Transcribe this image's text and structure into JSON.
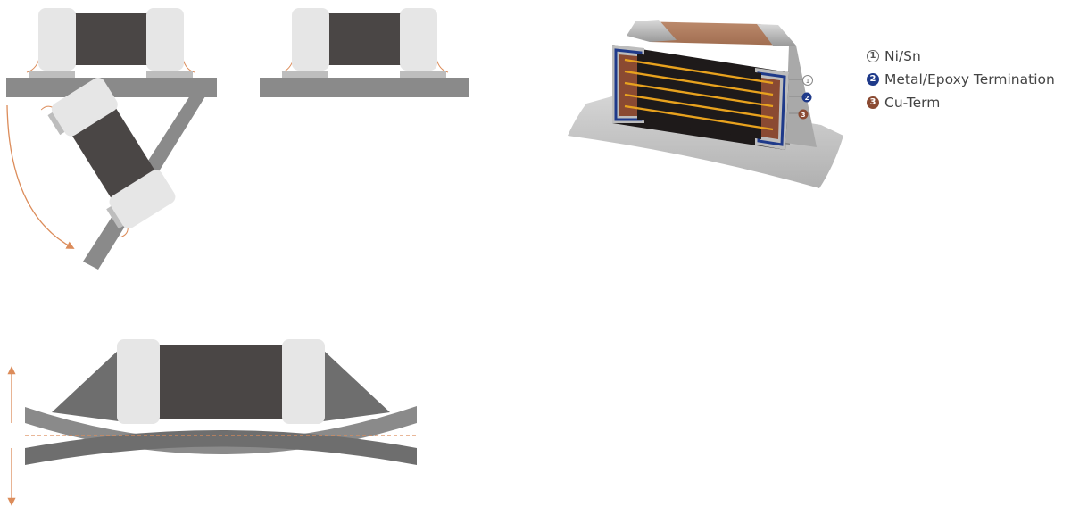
{
  "colors": {
    "board": "#8a8a8a",
    "pad": "#bdbdbd",
    "terminal": "#e6e6e6",
    "body": "#4a4645",
    "arrow": "#dc8c5a",
    "ni_sn": "#666666",
    "metal_epoxy": "#1f3a8a",
    "cu_term": "#8a4a32",
    "electrode": "#e8a21e"
  },
  "legend": {
    "items": [
      {
        "marker": "1",
        "label": "Ni/Sn",
        "color": "#666666"
      },
      {
        "marker": "2",
        "label": "Metal/Epoxy Termination",
        "color": "#1f3a8a"
      },
      {
        "marker": "3",
        "label": "Cu-Term",
        "color": "#8a4a32"
      }
    ]
  },
  "callouts": [
    "1",
    "2",
    "3"
  ]
}
